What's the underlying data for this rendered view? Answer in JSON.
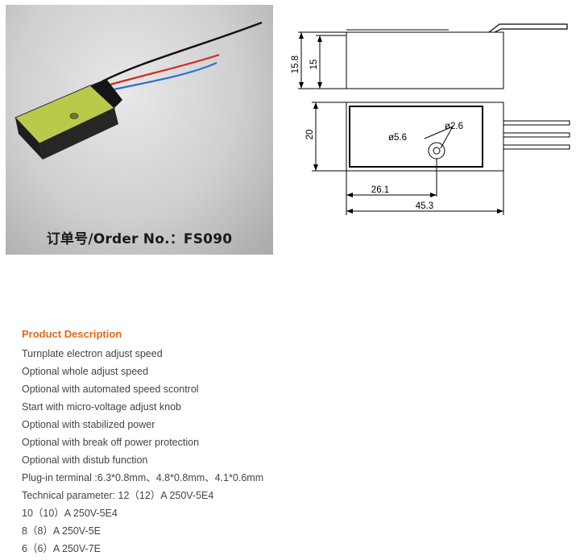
{
  "photo": {
    "caption": "订单号/Order No.：FS090"
  },
  "drawing": {
    "dim_height_outer": "15.8",
    "dim_height_inner": "15",
    "dim_width": "20",
    "dim_hole_large": "ø5.6",
    "dim_hole_small": "ø2.6",
    "dim_offset": "26.1",
    "dim_length": "45.3"
  },
  "description": {
    "title": "Product Description",
    "items": [
      "Turnplate electron adjust speed",
      "Optional whole adjust speed",
      "Optional with automated speed scontrol",
      "Start with micro-voltage adjust knob",
      "Optional with stabilized power",
      "Optional with break off power protection",
      "Optional with distub function",
      "Plug-in terminal :6.3*0.8mm、4.8*0.8mm、4.1*0.6mm",
      "Technical parameter: 12（12）A 250V-5E4",
      "10（10）A 250V-5E4",
      "8（8）A 250V-5E",
      "6（6）A 250V-7E"
    ]
  },
  "colors": {
    "title": "#e06a1b",
    "text": "#444444",
    "module_body": "#b9c94a"
  }
}
